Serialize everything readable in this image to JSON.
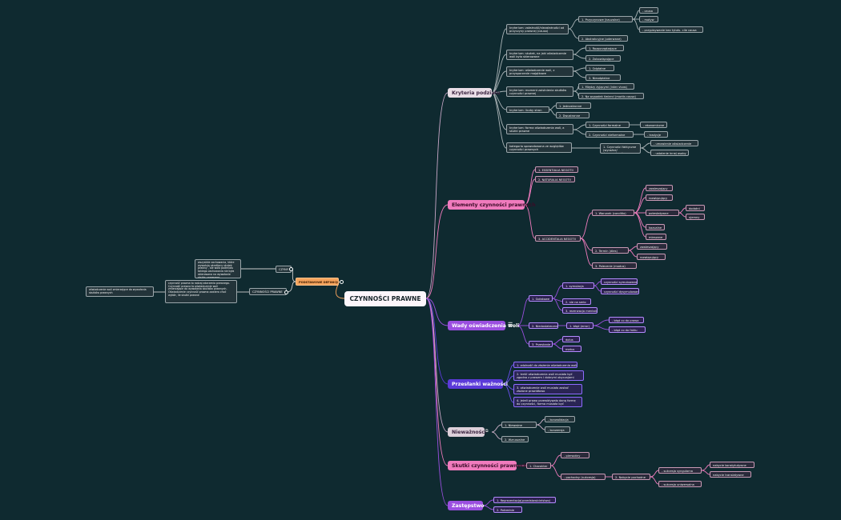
{
  "root": "CZYNNOŚCI PRAWNE",
  "left": {
    "hub": "PODSTAWOWE DEFINICJE",
    "cel": "CZYNY",
    "cel_desc": "wszystkie zachowania, które wywołują określony skutek prawny , ale woła podmiotu takiego zachowania nie była skierowana na wywołanie skutku prawnego",
    "cp": "CZYNNOŚCI PRAWNE",
    "cp_desc": "czynność prawna to rodzaj zdarzenia prawnego. Czynność prawna to oświadczenie woli zmierzające do wywołania skutków prawnych. Oświadczenie czynność prawna zawiera choć wybór, ile skutki prawne",
    "far": "oświadczenie woli zmierzające do wywołania skutków prawnych"
  },
  "branches": {
    "b1": "Kryteria podziału",
    "b2": "Elementy czynności prawnych",
    "b3": "Wady oświadczenia woli",
    "b4": "Przesłanki ważności",
    "b5": "Nieważności",
    "b6": "Skutki czynności prawnych",
    "b7": "Zastępstwo"
  },
  "nodes": {
    "k1": "kryterium: zależność/niezależności od przyczyny prawnej (causa)",
    "k1a": "1. Przyczynowe (kauzalne)",
    "k1a1": "- causa",
    "k1a2": "- motyw",
    "k1a3": "- przypisywanie bez tytułu- cile causa",
    "k1b": "2. Abstrakcyjne (oderwane)",
    "k2": "kryterium: skutek, na jaki oświadczenie woli było skierowane",
    "k2a": "1. Rozporządzające",
    "k2b": "2. Zobowiązujące",
    "k3": "kryterium: oświadczenie woli, z przysporzenie majątkowe",
    "k3a": "1. Odpłatne",
    "k3b": "2. Nieodpłatne",
    "k4": "kryterium: moment zaistnienia skutków czynności prawnej",
    "k4a": "1. Między żyjącymi (inter vivos)",
    "k4b": "2. Na wypadek śmierci (mortis causa)",
    "k5": "kryterium: liczby stron",
    "k5a": "1. Jednostronne",
    "k5b": "2. Dwustronne",
    "k6": "kryterium: forma oświadczenia woli, a skutki prawne",
    "k6a": "1. Czynności formalne",
    "k6a1": "- ekonomiczne",
    "k6b": "2. Czynności nieformalne",
    "k6b1": "- tradycje",
    "k7": "kategoria spowodowana ze względów czynności prawnych",
    "k7a": "1. Czynności faktyczne (wyraźne/ dorozumiane)",
    "k7a1": "- umowienie oświadczenie",
    "k7a2": "- ustalenie innej osoby",
    "e1": "1. ESSENTIALIA NEGOTII",
    "e2": "2. NATURALIA NEGOTII",
    "e3": "3. ACCIDENTALIA NEGOTII",
    "e3a": "1. Warunek (conditio)",
    "e3a1": "zawieszający",
    "e3a2": "rozwiązujący",
    "e3a3": "potestatywne",
    "e3a3a": "dodatni",
    "e3a3b": "ujemny",
    "e3a4": "kazualne",
    "e3a5": "mieszane",
    "e3b": "2. Termin (dies)",
    "e3b1": "zawieszający",
    "e3b2": "rozwiązujący",
    "e3c": "3. Polecenie (modus)",
    "w1": "1. Gołakowe",
    "w1a": "1. symulacja",
    "w1a1": "czynności symulowane",
    "w1a2": "czynności dysymulowane",
    "w1b": "2. nie na serio",
    "w1c": "3. rezerwacja mentalis",
    "w2": "2. Niedostateczne",
    "w2a": "1. błąd (error)",
    "w2a1": "- błąd co do prawa",
    "w2a2": "- błąd co do faktu",
    "w3": "3. Przestanie",
    "w3a": "dolus",
    "w3b": "metus",
    "p1": "1. zdolność do złożenia oświadczenia woli",
    "p2": "2. treść oświadczenia woli musiała być zgodna z prawem i dobrymi obyczajami",
    "p3": "3. oświadczenie woli musiało zostać złożone prawidłowo",
    "p4": "4. jeżeli prawo przewidywało daną formę do czynności, forma musiała być zachowana",
    "n1": "1. Nieważne",
    "n1a": "- konwalidacja",
    "n1b": "- konwersja",
    "n2": "2. Wzruszalne",
    "s1": "1. Charakter",
    "s1a": "- pierwotny",
    "s1b": "- pochodny (sukcesja)",
    "s1b1": "2. Nabycie pochodne",
    "s1b1a": "- sukcesja syngularna",
    "s1b1b": "- sukcesja uniwersalna",
    "s1b1a1": "nabycie konstytutywne",
    "s1b1a2": "nabycie translatywne",
    "z1": "1. Reprezentacja(przedstawicielstwo)",
    "z2": "2. Pośrednie"
  },
  "colors": {
    "bg": "#0f2a30",
    "pink": "#f07bbd",
    "purple": "#9b4fe0",
    "indigo": "#5b3ad9",
    "orange": "#f7a35c"
  }
}
